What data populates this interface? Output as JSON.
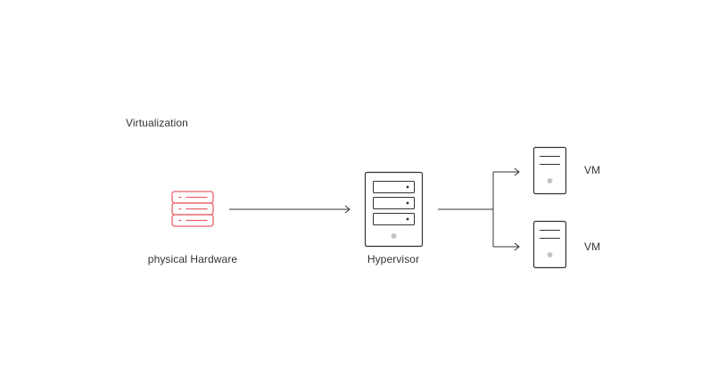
{
  "diagram": {
    "title": "Virtualization",
    "nodes": {
      "physical_hardware": {
        "label": "physical Hardware",
        "icon": "server-stack-icon"
      },
      "hypervisor": {
        "label": "Hypervisor",
        "icon": "server-rack-icon"
      },
      "vm_1": {
        "label": "VM",
        "icon": "server-tower-icon"
      },
      "vm_2": {
        "label": "VM",
        "icon": "server-tower-icon"
      }
    },
    "edges": [
      {
        "from": "physical Hardware",
        "to": "Hypervisor"
      },
      {
        "from": "Hypervisor",
        "to": "VM"
      },
      {
        "from": "Hypervisor",
        "to": "VM"
      }
    ],
    "colors": {
      "hardware_icon": "#e8626a",
      "line": "#333333",
      "indicator": "#c4c4c4"
    }
  }
}
